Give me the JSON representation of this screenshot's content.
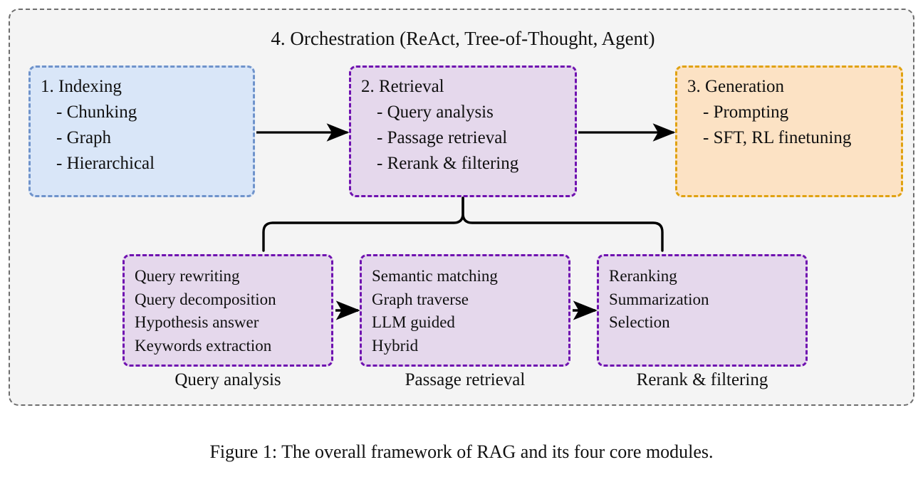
{
  "figure": {
    "caption": "Figure 1: The overall framework of RAG and its four core modules."
  },
  "orchestration": {
    "title": "4. Orchestration (ReAct, Tree-of-Thought, Agent)",
    "border_color": "#6e6e6e",
    "fill_color": "#f4f4f4"
  },
  "modules": [
    {
      "id": "indexing",
      "title": "1. Indexing",
      "items": [
        "Chunking",
        "Graph",
        "Hierarchical"
      ],
      "border_color": "#6f93cb",
      "fill_color": "#d9e6f8"
    },
    {
      "id": "retrieval",
      "title": "2. Retrieval",
      "items": [
        "Query analysis",
        "Passage retrieval",
        "Rerank & filtering"
      ],
      "border_color": "#6f11b0",
      "fill_color": "#e5d8ec"
    },
    {
      "id": "generation",
      "title": "3. Generation",
      "items": [
        "Prompting",
        "SFT, RL finetuning"
      ],
      "border_color": "#e0a211",
      "fill_color": "#fce2c4"
    }
  ],
  "submodules": [
    {
      "id": "query-analysis",
      "label": "Query analysis",
      "items": [
        "Query rewriting",
        "Query decomposition",
        "Hypothesis answer",
        "Keywords extraction"
      ]
    },
    {
      "id": "passage-retrieval",
      "label": "Passage retrieval",
      "items": [
        "Semantic matching",
        "Graph traverse",
        "LLM guided",
        "Hybrid"
      ]
    },
    {
      "id": "rerank-filtering",
      "label": "Rerank & filtering",
      "items": [
        "Reranking",
        "Summarization",
        "Selection"
      ]
    }
  ],
  "connectors": {
    "arrow_indexing_to_retrieval": "arrow-right",
    "arrow_retrieval_to_generation": "arrow-right",
    "arrow_sub1_to_sub2": "arrow-right",
    "arrow_sub2_to_sub3": "arrow-right",
    "brace_retrieval_to_submodules": "curly-brace-down",
    "stroke_color": "#000000"
  }
}
